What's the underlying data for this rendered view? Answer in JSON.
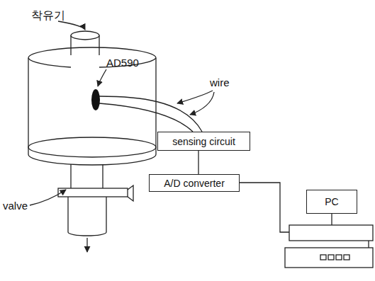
{
  "diagram": {
    "nodes": [
      {
        "text": [
          "sensing circuit"
        ]
      },
      {
        "text": [
          "A/D converter"
        ]
      },
      {
        "text": [
          "PC"
        ]
      }
    ],
    "edges": [
      {
        "from": 0,
        "to": 1,
        "arrow": "none"
      }
    ],
    "labels": [
      "착유기",
      "AD590",
      "wire",
      "valve"
    ]
  }
}
